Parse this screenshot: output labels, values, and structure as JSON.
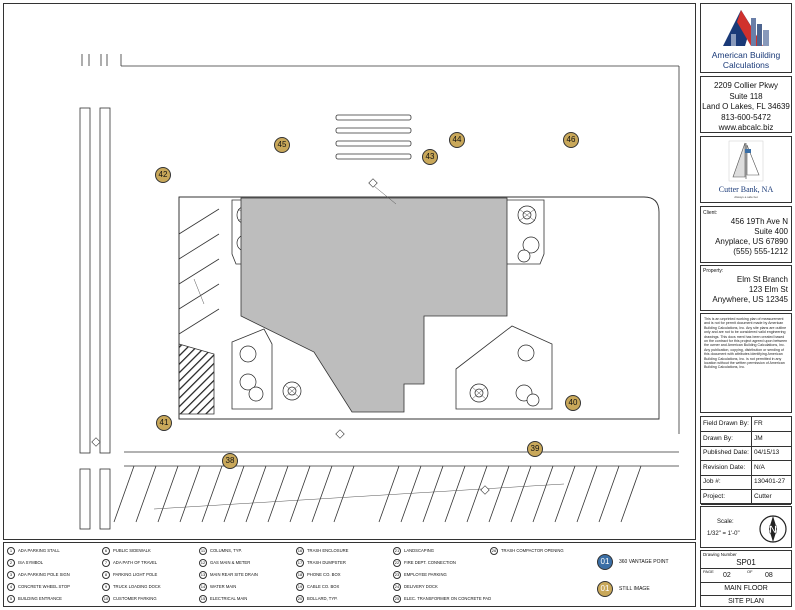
{
  "company": {
    "name_line1": "American Building",
    "name_line2": "Calculations",
    "addr1": "2209 Collier Pkwy",
    "addr2": "Suite 118",
    "addr3": "Land O Lakes, FL 34639",
    "phone": "813-600-5472",
    "web": "www.abcalc.biz"
  },
  "client_logo": {
    "name": "Cutter Bank, NA",
    "tagline": "Always a safe bet"
  },
  "client": {
    "label": "Client:",
    "line1": "456 19Th Ave N",
    "line2": "Suite 400",
    "line3": "Anyplace, US 67890",
    "line4": "(555) 555-1212"
  },
  "property": {
    "label": "Property:",
    "line1": "Elm St Branch",
    "line2": "123 Elm St",
    "line3": "Anywhere, US 12345"
  },
  "disclaimer": "This is an unprinted working plan of measurement and is not for permit document made by American Building Calculations, Inc. Any site plans are outline only and are not to be considered valid engineering drawings. This docs ment has been created based on the contract for this project agreed upon between the owner and American Building Calculations, Inc. Any publication, copying, distribution or sending of this document with attributes identifying American Building Calculations, Inc. is not permitted in any location without the written permission of American Building Calculations, Inc.",
  "info_rows": [
    {
      "k": "Field Drawn By:",
      "v": "FR"
    },
    {
      "k": "Drawn By:",
      "v": "JM"
    },
    {
      "k": "Published Date:",
      "v": "04/15/13"
    },
    {
      "k": "Revision Date:",
      "v": "N/A"
    },
    {
      "k": "Job #:",
      "v": "130401-27"
    },
    {
      "k": "Project:",
      "v": "Cutter"
    }
  ],
  "scale": {
    "label": "Scale:",
    "value": "1/32\" = 1'-0\""
  },
  "sheet": {
    "label": "Drawing Number",
    "number": "SP01",
    "page_label": "PAGE",
    "page": "02",
    "of_label": "OF",
    "of": "08",
    "floor": "MAIN FLOOR",
    "title": "SITE PLAN"
  },
  "legend": [
    {
      "n": "1",
      "t": "ADA PARKING STALL"
    },
    {
      "n": "2",
      "t": "ISA SYMBOL"
    },
    {
      "n": "3",
      "t": "ADA PARKING POLE SIGN"
    },
    {
      "n": "4",
      "t": "CONCRETE WHEEL STOP"
    },
    {
      "n": "5",
      "t": "BUILDING ENTRANCE"
    },
    {
      "n": "6",
      "t": "PUBLIC SIDEWALK"
    },
    {
      "n": "7",
      "t": "ADA PATH OF TRAVEL"
    },
    {
      "n": "8",
      "t": "PARKING LIGHT POLE"
    },
    {
      "n": "9",
      "t": "TRUCK LOADING DOCK"
    },
    {
      "n": "10",
      "t": "CUSTOMER PARKING"
    },
    {
      "n": "11",
      "t": "COLUMNS, TYP."
    },
    {
      "n": "12",
      "t": "GAS MAIN & METER"
    },
    {
      "n": "13",
      "t": "MAIN REAR SITE DRAIN"
    },
    {
      "n": "14",
      "t": "WATER MAIN"
    },
    {
      "n": "15",
      "t": "ELECTRICAL MAIN"
    },
    {
      "n": "16",
      "t": "TRASH ENCLOSURE"
    },
    {
      "n": "17",
      "t": "TRASH DUMPSTER"
    },
    {
      "n": "18",
      "t": "PHONE CO. BOX"
    },
    {
      "n": "19",
      "t": "CABLE CO. BOX"
    },
    {
      "n": "20",
      "t": "BOLLARD, TYP."
    },
    {
      "n": "21",
      "t": "LANDSCAPING"
    },
    {
      "n": "22",
      "t": "FIRE DEPT. CONNECTION"
    },
    {
      "n": "23",
      "t": "EMPLOYEE PARKING"
    },
    {
      "n": "24",
      "t": "DELIVERY DOCK"
    },
    {
      "n": "25",
      "t": "ELEC. TRANSFORMER ON CONCRETE PAD"
    },
    {
      "n": "26",
      "t": "TRASH COMPACTOR OPENING"
    }
  ],
  "vantage": {
    "key1": "01",
    "text1": "360 VANTAGE POINT",
    "key2": "01",
    "text2": "STILL IMAGE"
  },
  "markers": [
    {
      "id": "45"
    },
    {
      "id": "44"
    },
    {
      "id": "46"
    },
    {
      "id": "43"
    },
    {
      "id": "42"
    },
    {
      "id": "41"
    },
    {
      "id": "40"
    },
    {
      "id": "39"
    },
    {
      "id": "38"
    }
  ],
  "north": "N",
  "colors": {
    "building": "#bdbdbd",
    "marker": "#c9a85a",
    "vantage": "#3a6ea5",
    "brand_red": "#d0312d",
    "brand_blue": "#1a3a78"
  }
}
